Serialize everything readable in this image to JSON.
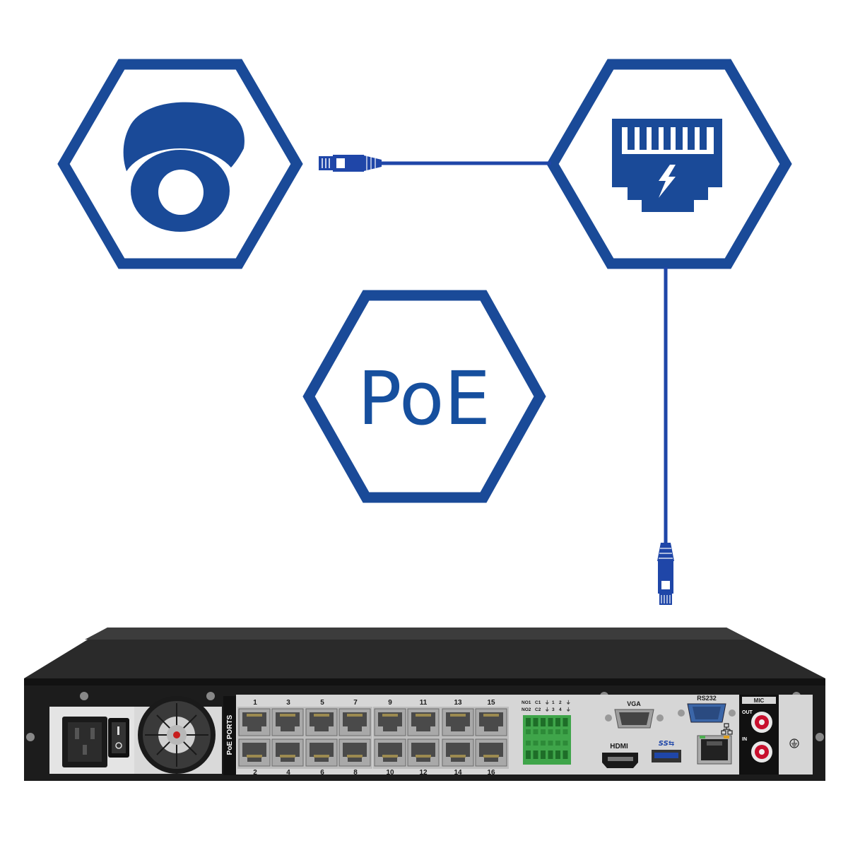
{
  "colors": {
    "brand_blue": "#1a4a98",
    "cable_blue": "#1f46a8",
    "panel_gray": "#d6d6d6",
    "chassis_dark": "#1c1c1c",
    "terminal_green": "#3fa54a"
  },
  "icons": {
    "camera": "dome-camera-icon",
    "poe_port": "ethernet-power-port-icon",
    "poe": "poe-label-icon"
  },
  "poe_hexagon": {
    "text": "PoE"
  },
  "nvr": {
    "poe_ports_label": "PoE PORTS",
    "top_port_numbers": [
      "1",
      "3",
      "5",
      "7",
      "9",
      "11",
      "13",
      "15"
    ],
    "bottom_port_numbers": [
      "2",
      "4",
      "6",
      "8",
      "10",
      "12",
      "14",
      "16"
    ],
    "alarm_row1": [
      "NO1",
      "C1",
      "⏚",
      "1",
      "2",
      "⏚"
    ],
    "alarm_row2": [
      "NO2",
      "C2",
      "⏚",
      "3",
      "4",
      "⏚"
    ],
    "vga_label": "VGA",
    "rs232_label": "RS232",
    "mic_label": "MIC",
    "hdmi_label": "HDMI",
    "usb_label": "SS⇆",
    "audio_out_label": "OUT",
    "audio_in_label": "IN"
  }
}
